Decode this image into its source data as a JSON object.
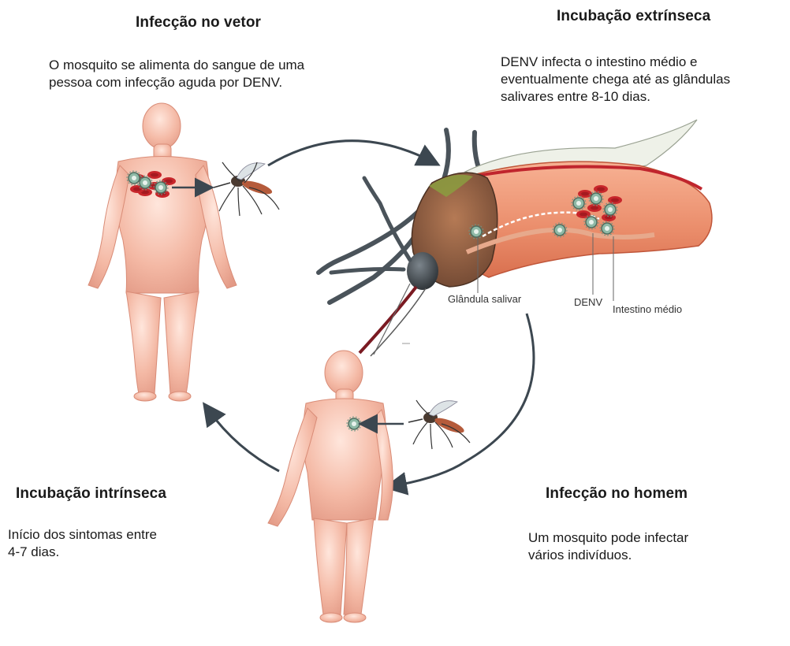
{
  "stages": {
    "vector_infection": {
      "title": "Infecção no vetor",
      "lines": [
        "O mosquito se alimenta do sangue de uma",
        "pessoa com infecção aguda por DENV."
      ]
    },
    "extrinsic_incubation": {
      "title": "Incubação extrínseca",
      "lines": [
        "DENV infecta o intestino médio e",
        "eventualmente chega até as glândulas",
        "salivares entre 8-10 dias."
      ]
    },
    "intrinsic_incubation": {
      "title": "Incubação intrínseca",
      "lines": [
        "Início dos sintomas entre",
        "4-7 dias."
      ]
    },
    "human_infection": {
      "title": "Infecção no homem",
      "lines": [
        "Um mosquito pode infectar",
        "vários indivíduos."
      ]
    }
  },
  "labels": {
    "salivary_gland": "Glândula salivar",
    "denv": "DENV",
    "midgut": "Intestino médio"
  },
  "colors": {
    "skin": "#f2b3a0",
    "skin_dark": "#dd8e7c",
    "blood_cell": "#c8262b",
    "virus": "#8fb9a6",
    "mosquito_body": "#3f4449",
    "abdomen": "#e98866",
    "arrow": "#3c4750"
  }
}
